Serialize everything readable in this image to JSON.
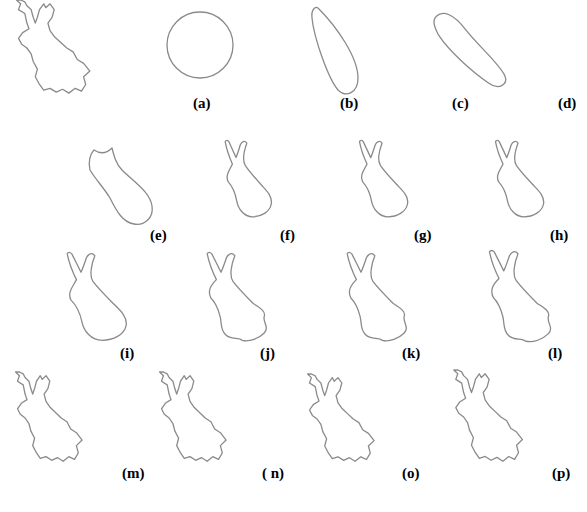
{
  "diagram": {
    "labels": [
      "(a)",
      "(b)",
      "(c)",
      "(d)",
      "(e)",
      "(f)",
      "(g)",
      "(h)",
      "(i)",
      "(j)",
      "(k)",
      "(l)",
      "(m)",
      "( n)",
      "(o)",
      "(p)"
    ]
  }
}
